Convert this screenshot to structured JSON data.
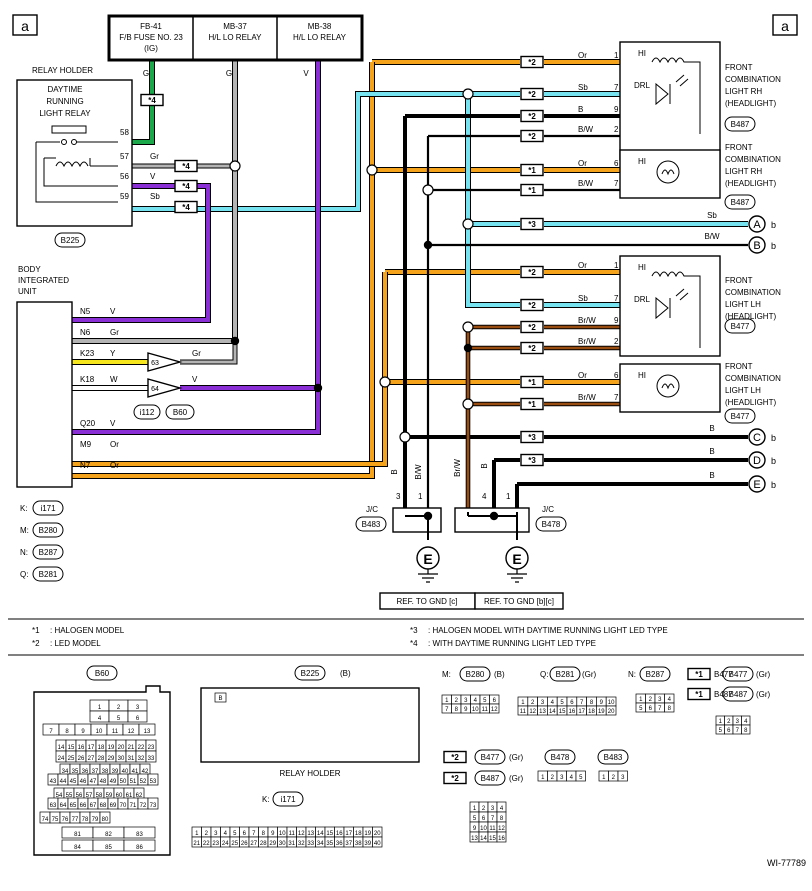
{
  "corner_label": "a",
  "figure_code": "WI-77789",
  "colors": {
    "orange": "#f5a31a",
    "light_blue": "#78e3f0",
    "black": "#000000",
    "green": "#1aa84a",
    "gray": "#b4b4b4",
    "violet": "#8a2fd6",
    "yellow": "#f5e61e",
    "brown": "#9a4d10"
  },
  "fuse_boxes": [
    {
      "id": "FB-41",
      "name": "F/B FUSE NO. 23",
      "sub": "(IG)",
      "wire": "G"
    },
    {
      "id": "MB-37",
      "name": "H/L LO RELAY",
      "sub": "",
      "wire": "G"
    },
    {
      "id": "MB-38",
      "name": "H/L LO RELAY",
      "sub": "",
      "wire": "V"
    }
  ],
  "relay": {
    "holder_title": "RELAY HOLDER",
    "name_lines": [
      "DAYTIME",
      "RUNNING",
      "LIGHT RELAY"
    ],
    "connector": "B225",
    "pins": [
      {
        "num": "58",
        "color": ""
      },
      {
        "num": "57",
        "color": "Gr"
      },
      {
        "num": "56",
        "color": "V"
      },
      {
        "num": "59",
        "color": "Sb"
      }
    ]
  },
  "bcu": {
    "title_lines": [
      "BODY",
      "INTEGRATED",
      "UNIT"
    ],
    "pins": [
      {
        "num": "N5",
        "color": "V"
      },
      {
        "num": "N6",
        "color": "Gr"
      },
      {
        "num": "K23",
        "color": "Y"
      },
      {
        "num": "K18",
        "color": "W"
      },
      {
        "num": "Q20",
        "color": "V"
      },
      {
        "num": "M9",
        "color": "Or"
      },
      {
        "num": "N7",
        "color": "Or"
      }
    ],
    "connector_refs": [
      {
        "letter": "K:",
        "conn": "i171"
      },
      {
        "letter": "M:",
        "conn": "B280"
      },
      {
        "letter": "N:",
        "conn": "B287"
      },
      {
        "letter": "Q:",
        "conn": "B281"
      }
    ]
  },
  "buffer": {
    "pin_top": "63",
    "pin_bottom": "64",
    "conn_a": "i112",
    "conn_b": "B60",
    "out_top": "Gr",
    "out_bottom": "V"
  },
  "marks": {
    "m1": "*1",
    "m2": "*2",
    "m3": "*3",
    "m4": "*4"
  },
  "lamps": {
    "hi": "HI",
    "drl": "DRL",
    "rh_lines": [
      "FRONT",
      "COMBINATION",
      "LIGHT RH",
      "(HEADLIGHT)"
    ],
    "lh_lines": [
      "FRONT",
      "COMBINATION",
      "LIGHT LH",
      "(HEADLIGHT)"
    ],
    "rh_conn": "B487",
    "lh_conn": "B477"
  },
  "lamp_pins": {
    "rh_led": [
      {
        "num": "1",
        "color": "Or"
      },
      {
        "num": "7",
        "color": "Sb"
      },
      {
        "num": "9",
        "color": "B"
      },
      {
        "num": "2",
        "color": "B/W"
      }
    ],
    "rh_hal": [
      {
        "num": "6",
        "color": "Or"
      },
      {
        "num": "7",
        "color": "B/W"
      }
    ],
    "lh_led": [
      {
        "num": "1",
        "color": "Or"
      },
      {
        "num": "7",
        "color": "Sb"
      },
      {
        "num": "9",
        "color": "Br/W"
      },
      {
        "num": "2",
        "color": "Br/W"
      }
    ],
    "lh_hal": [
      {
        "num": "6",
        "color": "Or"
      },
      {
        "num": "7",
        "color": "Br/W"
      }
    ]
  },
  "offpage": [
    {
      "label": "A",
      "side": "b",
      "color": "Sb"
    },
    {
      "label": "B",
      "side": "b",
      "color": "B/W"
    },
    {
      "label": "C",
      "side": "b",
      "color": "B"
    },
    {
      "label": "D",
      "side": "b",
      "color": "B"
    },
    {
      "label": "E",
      "side": "b",
      "color": "B"
    }
  ],
  "junctions": {
    "left": {
      "conn": "B483",
      "label": "J/C",
      "pins": [
        "3",
        "1"
      ],
      "wires": [
        "B",
        "B/W"
      ]
    },
    "right": {
      "conn": "B478",
      "label": "J/C",
      "pins": [
        "4",
        "1"
      ],
      "wires": [
        "Br/W",
        "B"
      ]
    },
    "ground_letter": "E",
    "ref_left": "REF. TO GND [c]",
    "ref_right": "REF. TO GND [b][c]"
  },
  "notes": [
    {
      "mark": "*1",
      "text": ": HALOGEN MODEL"
    },
    {
      "mark": "*2",
      "text": ": LED MODEL"
    },
    {
      "mark": "*3",
      "text": ": HALOGEN MODEL WITH DAYTIME RUNNING LIGHT LED TYPE"
    },
    {
      "mark": "*4",
      "text": ": WITH DAYTIME RUNNING LIGHT LED TYPE"
    }
  ],
  "connector_views": {
    "b60": {
      "name": "B60",
      "rows": [
        [
          "1",
          "2",
          "3"
        ],
        [
          "4",
          "5",
          "6"
        ],
        [
          "7",
          "8",
          "9",
          "10",
          "11",
          "12",
          "13"
        ],
        [
          "14",
          "15",
          "16",
          "17",
          "18",
          "19",
          "20",
          "21",
          "22",
          "23"
        ],
        [
          "24",
          "25",
          "26",
          "27",
          "28",
          "29",
          "30",
          "31",
          "32",
          "33"
        ],
        [
          "34",
          "35",
          "36",
          "37",
          "38",
          "39",
          "40",
          "41",
          "42"
        ],
        [
          "43",
          "44",
          "45",
          "46",
          "47",
          "48",
          "49",
          "50",
          "51",
          "52",
          "53"
        ],
        [
          "54",
          "55",
          "56",
          "57",
          "58",
          "59",
          "60",
          "61",
          "62"
        ],
        [
          "63",
          "64",
          "65",
          "66",
          "67",
          "68",
          "69",
          "70",
          "71",
          "72",
          "73"
        ],
        [
          "74",
          "75",
          "76",
          "77",
          "78",
          "79",
          "80"
        ],
        [
          "81",
          "82",
          "83"
        ],
        [
          "84",
          "85",
          "86"
        ]
      ]
    },
    "b225": {
      "name": "B225",
      "color": "(B)",
      "caption": "RELAY HOLDER"
    },
    "i171": {
      "name": "i171",
      "letter": "K:",
      "row1": [
        "1",
        "2",
        "3",
        "4",
        "5",
        "6",
        "7",
        "8",
        "9",
        "10",
        "11",
        "12",
        "13",
        "14",
        "15",
        "16",
        "17",
        "18",
        "19",
        "20"
      ],
      "row2": [
        "21",
        "22",
        "23",
        "24",
        "25",
        "26",
        "27",
        "28",
        "29",
        "30",
        "31",
        "32",
        "33",
        "34",
        "35",
        "36",
        "37",
        "38",
        "39",
        "40"
      ]
    },
    "b280": {
      "letter": "M:",
      "name": "B280",
      "color": "(B)",
      "row1": [
        "1",
        "2",
        "3",
        "4",
        "5",
        "6"
      ],
      "row2": [
        "7",
        "8",
        "9",
        "10",
        "11",
        "12"
      ]
    },
    "b281": {
      "letter": "Q:",
      "name": "B281",
      "color": "(Gr)",
      "row1": [
        "1",
        "2",
        "3",
        "4",
        "5",
        "6",
        "7",
        "8",
        "9",
        "10"
      ],
      "row2": [
        "11",
        "12",
        "13",
        "14",
        "15",
        "16",
        "17",
        "18",
        "19",
        "20"
      ]
    },
    "b287": {
      "letter": "N:",
      "name": "B287",
      "row1": [
        "1",
        "2",
        "3",
        "4"
      ],
      "row2": [
        "5",
        "6",
        "7",
        "8"
      ]
    },
    "b477_hal": {
      "mark": "*1",
      "name": "B477",
      "color": "(Gr)"
    },
    "b487_hal": {
      "mark": "*1",
      "name": "B487",
      "color": "(Gr)"
    },
    "hal_rows": [
      [
        "1",
        "2",
        "3",
        "4"
      ],
      [
        "5",
        "6",
        "7",
        "8"
      ]
    ],
    "b477_led": {
      "mark": "*2",
      "name": "B477",
      "color": "(Gr)"
    },
    "b487_led": {
      "mark": "*2",
      "name": "B487",
      "color": "(Gr)"
    },
    "led_rows": [
      [
        "1",
        "2",
        "3",
        "4"
      ],
      [
        "5",
        "6",
        "7",
        "8"
      ],
      [
        "9",
        "10",
        "11",
        "12"
      ],
      [
        "13",
        "14",
        "15",
        "16"
      ]
    ],
    "b478": {
      "name": "B478",
      "row": [
        "1",
        "2",
        "3",
        "4",
        "5"
      ]
    },
    "b483": {
      "name": "B483",
      "row": [
        "1",
        "2",
        "3"
      ]
    }
  }
}
